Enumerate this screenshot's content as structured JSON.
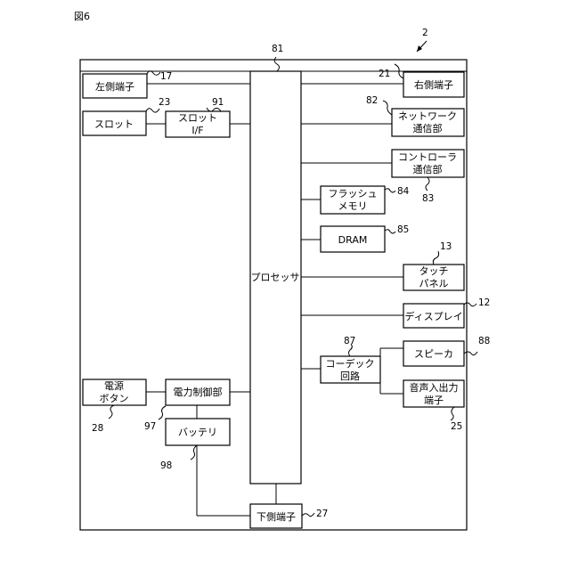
{
  "figure_label": "図6",
  "device_ref": "2",
  "blocks": {
    "processor": {
      "label": "プロセッサ",
      "ref": "81"
    },
    "left_terminal": {
      "label": "左側端子",
      "ref": "17"
    },
    "slot": {
      "label": "スロット",
      "ref": "23"
    },
    "slot_if": {
      "lines": [
        "スロット",
        "I/F"
      ],
      "ref": "91"
    },
    "right_terminal": {
      "label": "右側端子",
      "ref": "21"
    },
    "network": {
      "lines": [
        "ネットワーク",
        "通信部"
      ],
      "ref": "82"
    },
    "controller": {
      "lines": [
        "コントローラ",
        "通信部"
      ],
      "ref": "83"
    },
    "flash": {
      "lines": [
        "フラッシュ",
        "メモリ"
      ],
      "ref": "84"
    },
    "dram": {
      "label": "DRAM",
      "ref": "85"
    },
    "touch_panel": {
      "lines": [
        "タッチ",
        "パネル"
      ],
      "ref": "13"
    },
    "display": {
      "label": "ディスプレイ",
      "ref": "12"
    },
    "codec": {
      "lines": [
        "コーデック",
        "回路"
      ],
      "ref": "87"
    },
    "speaker": {
      "label": "スピーカ",
      "ref": "88"
    },
    "audio_jack": {
      "lines": [
        "音声入出力",
        "端子"
      ],
      "ref": "25"
    },
    "power_button": {
      "lines": [
        "電源",
        "ボタン"
      ],
      "ref": "28"
    },
    "power_control": {
      "label": "電力制御部",
      "ref": "97"
    },
    "battery": {
      "label": "バッテリ",
      "ref": "98"
    },
    "bottom_terminal": {
      "label": "下側端子",
      "ref": "27"
    }
  }
}
